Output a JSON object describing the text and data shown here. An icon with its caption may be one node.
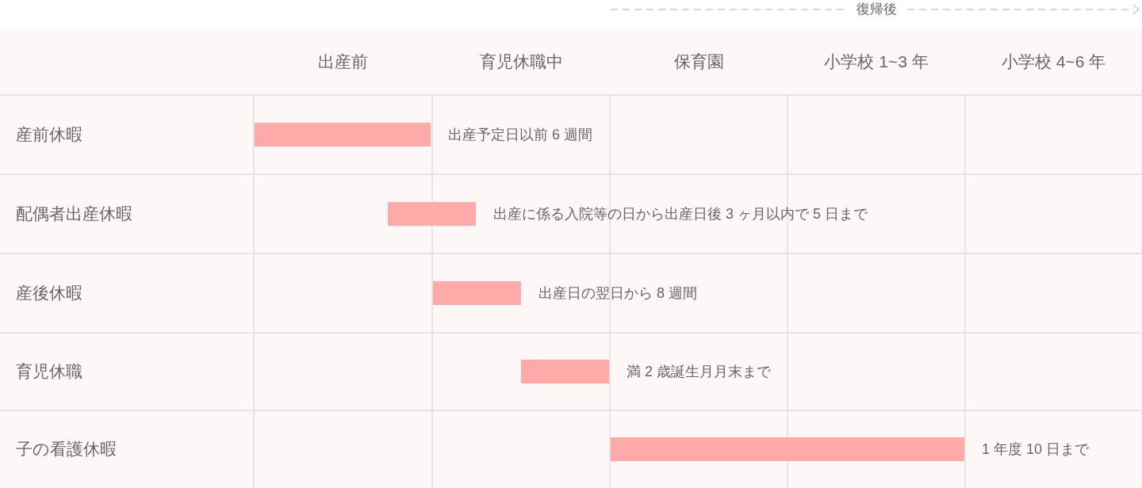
{
  "diagram": {
    "nodes": [
      {
        "text": [],
        "shape": "bar",
        "beside": [
          "出産予定日以前 6 週間"
        ]
      },
      {
        "text": [],
        "shape": "bar",
        "beside": [
          "出産に係る入院等の日から出産日後 3 ヶ月以内で 5 日まで"
        ]
      },
      {
        "text": [],
        "shape": "bar",
        "beside": [
          "出産日の翌日から 8 週間"
        ]
      },
      {
        "text": [],
        "shape": "bar",
        "beside": [
          "満 2 歳誕生月月末まで"
        ]
      },
      {
        "text": [],
        "shape": "bar",
        "beside": [
          "1 年度 10 日まで"
        ]
      }
    ],
    "labels": [
      "復帰後",
      "出産前",
      "育児休職中",
      "保育園",
      "小学校 1~3 年",
      "小学校 4~6 年",
      "産前休暇",
      "配偶者出産休暇",
      "産後休暇",
      "育児休職",
      "子の看護休暇"
    ]
  }
}
